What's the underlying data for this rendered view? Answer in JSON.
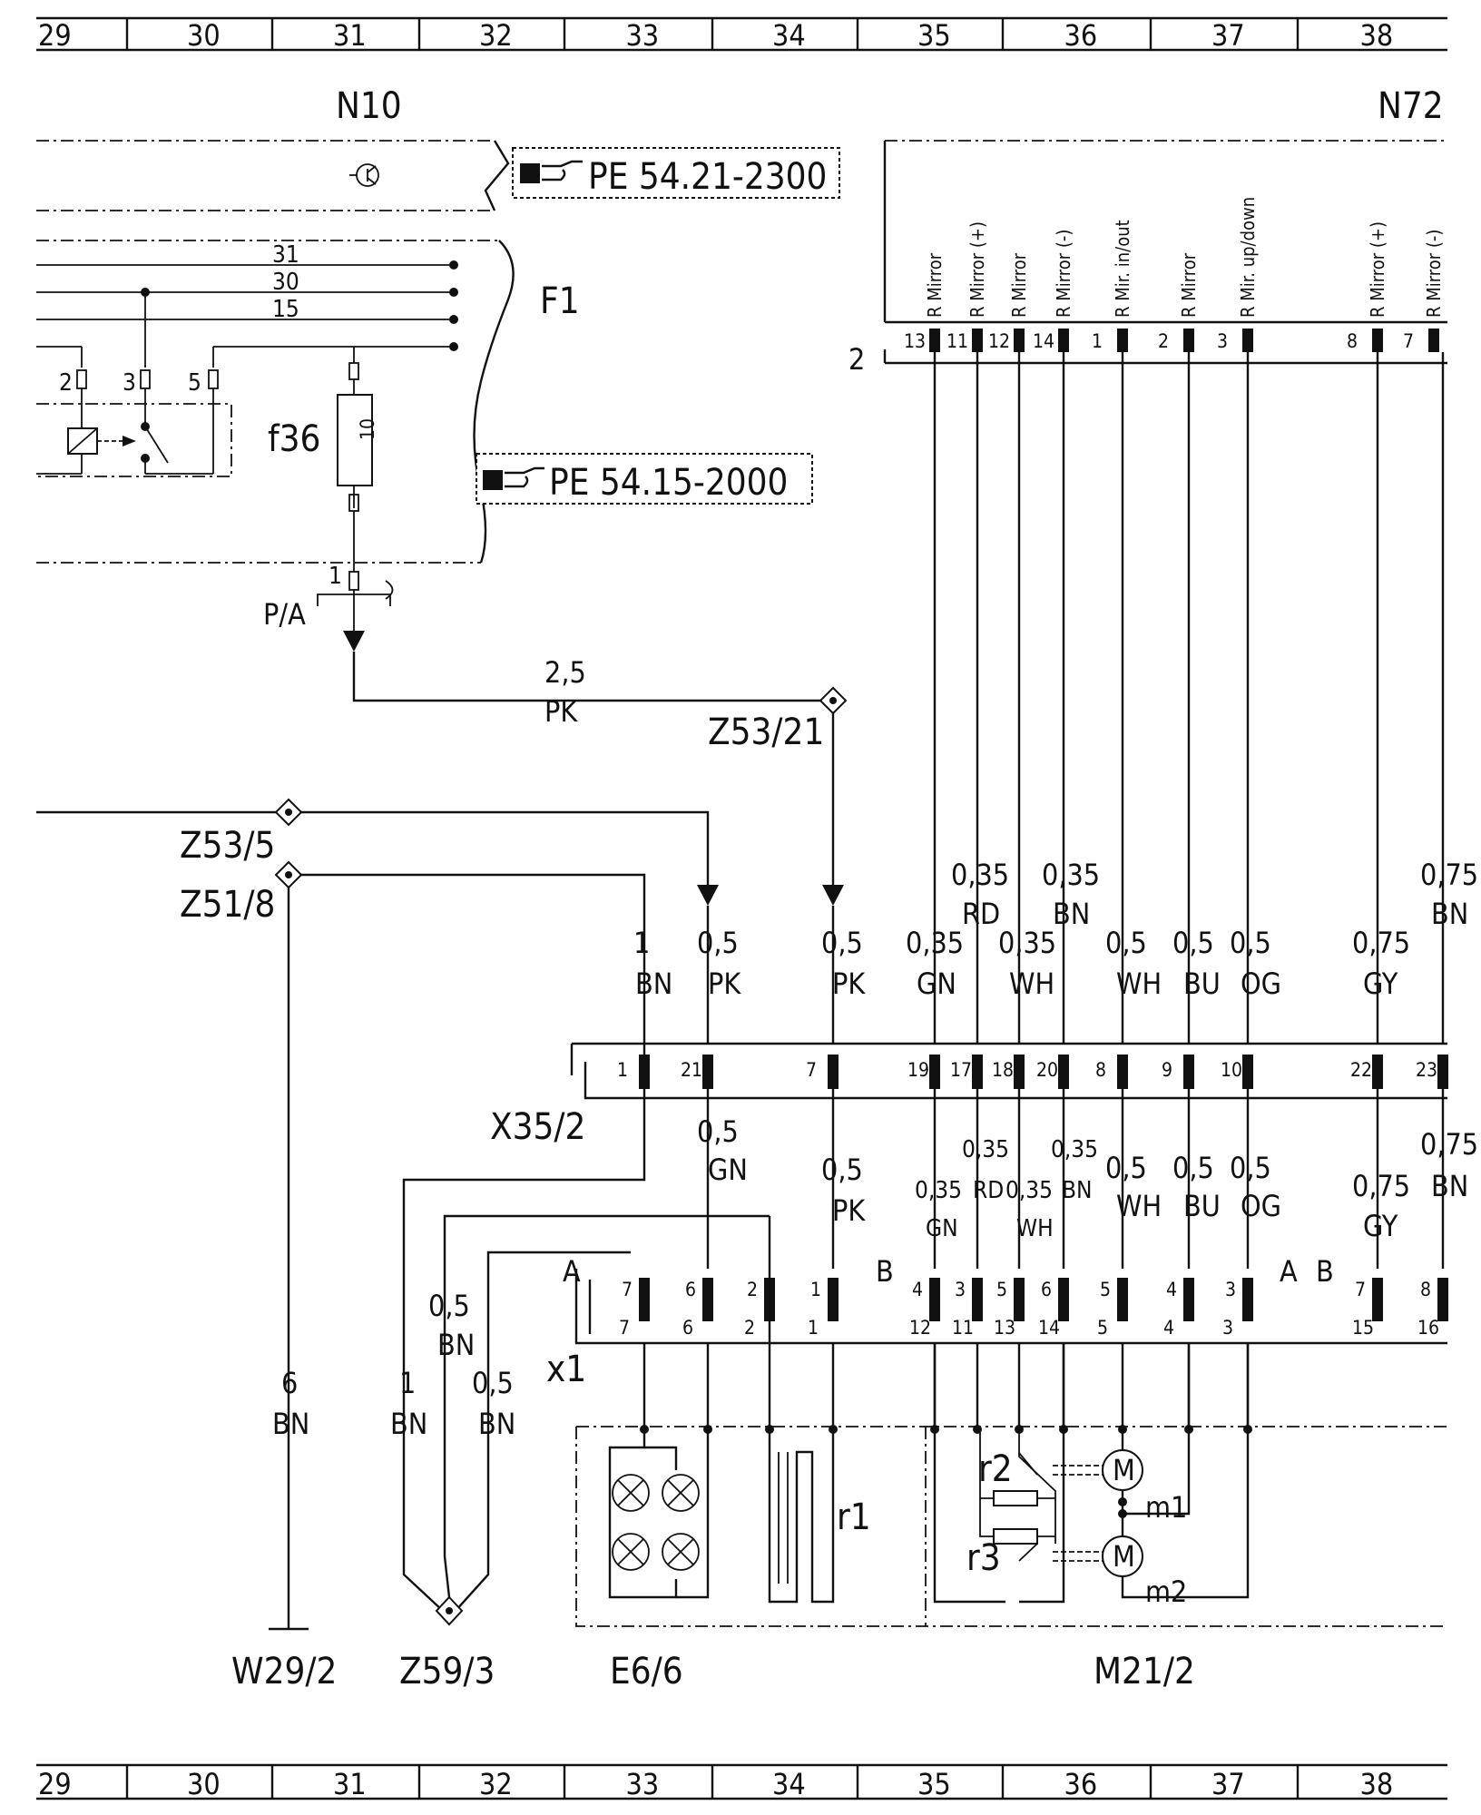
{
  "grid_columns": [
    "29",
    "30",
    "31",
    "32",
    "33",
    "34",
    "35",
    "36",
    "37",
    "38"
  ],
  "components": {
    "n10": "N10",
    "n72": "N72",
    "f1": "F1",
    "f36": "f36",
    "fuse_rating": "10",
    "x35": "X35/2",
    "x1": "x1",
    "e6": "E6/6",
    "m21": "M21/2",
    "w29": "W29/2",
    "z59": "Z59/3",
    "z53_21": "Z53/21",
    "z53_5": "Z53/5",
    "z51_8": "Z51/8",
    "pa": "P/A",
    "r1": "r1",
    "r2": "r2",
    "r3": "r3",
    "m1": "m1",
    "m2": "m2",
    "connector2": "2"
  },
  "references": {
    "ref1": "PE 54.21-2300",
    "ref2": "PE 54.15-2000"
  },
  "f1_terminals": {
    "t31": "31",
    "t30": "30",
    "t15": "15"
  },
  "relay_pins": {
    "p2": "2",
    "p3": "3",
    "p5": "5",
    "p1": "1"
  },
  "n72_pins": [
    {
      "pin": "13",
      "label": "R Mirror"
    },
    {
      "pin": "11",
      "label": "R Mirror (+)"
    },
    {
      "pin": "12",
      "label": "R Mirror"
    },
    {
      "pin": "14",
      "label": "R Mirror (-)"
    },
    {
      "pin": "1",
      "label": "R Mir. in/out"
    },
    {
      "pin": "2",
      "label": "R Mirror"
    },
    {
      "pin": "3",
      "label": "R Mir. up/down"
    },
    {
      "pin": "8",
      "label": "R Mirror (+)"
    },
    {
      "pin": "7",
      "label": "R Mirror (-)"
    }
  ],
  "wires_upper": [
    {
      "size": "1",
      "color": "BN"
    },
    {
      "size": "0,5",
      "color": "PK"
    },
    {
      "size": "0,5",
      "color": "PK"
    },
    {
      "size": "0,35",
      "color": "GN"
    },
    {
      "size": "0,35",
      "color": "RD"
    },
    {
      "size": "0,35",
      "color": "WH"
    },
    {
      "size": "0,35",
      "color": "BN"
    },
    {
      "size": "0,5",
      "color": "WH"
    },
    {
      "size": "0,5",
      "color": "BU"
    },
    {
      "size": "0,5",
      "color": "OG"
    },
    {
      "size": "0,75",
      "color": "GY"
    },
    {
      "size": "0,75",
      "color": "BN"
    }
  ],
  "x35_pins": [
    "1",
    "21",
    "7",
    "19",
    "17",
    "18",
    "20",
    "8",
    "9",
    "10",
    "22",
    "23"
  ],
  "wires_lower": [
    {
      "size": "0,5",
      "color": "GN"
    },
    {
      "size": "0,5",
      "color": "PK"
    },
    {
      "size": "0,35",
      "color": "GN"
    },
    {
      "size": "0,35",
      "color": "RD"
    },
    {
      "size": "0,35",
      "color": "WH"
    },
    {
      "size": "0,35",
      "color": "BN"
    },
    {
      "size": "0,5",
      "color": "WH"
    },
    {
      "size": "0,5",
      "color": "BU"
    },
    {
      "size": "0,5",
      "color": "OG"
    },
    {
      "size": "0,75",
      "color": "GY"
    },
    {
      "size": "0,75",
      "color": "BN"
    }
  ],
  "feed_wire": {
    "size": "2,5",
    "color": "PK"
  },
  "ground_wires": [
    {
      "size": "6",
      "color": "BN"
    },
    {
      "size": "1",
      "color": "BN"
    },
    {
      "size": "0,5",
      "color": "BN"
    },
    {
      "size": "0,5",
      "color": "BN"
    }
  ],
  "x1_group_labels": {
    "a": "A",
    "b": "B"
  },
  "x1_top_pins": [
    "7",
    "6",
    "2",
    "1",
    "4",
    "3",
    "5",
    "6",
    "5",
    "4",
    "3",
    "7",
    "8"
  ],
  "x1_bottom_pins": [
    "7",
    "6",
    "2",
    "1",
    "12",
    "11",
    "13",
    "14",
    "5",
    "4",
    "3",
    "15",
    "16"
  ],
  "motor_symbol": "M"
}
